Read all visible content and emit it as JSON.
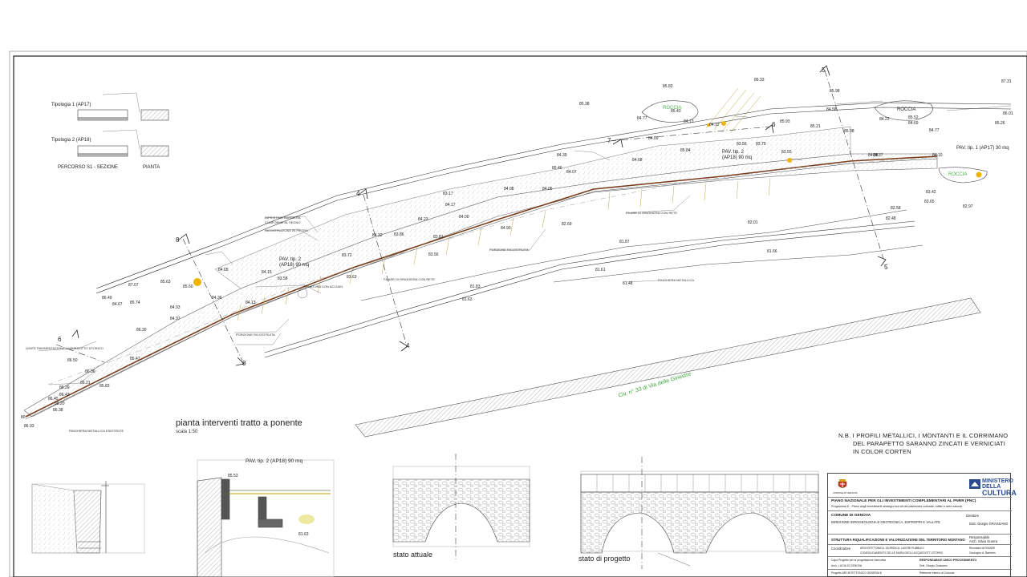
{
  "sheet": {
    "plan_title": "pianta interventi tratto a ponente",
    "plan_scale": "scala 1:50",
    "note_lines": [
      "N.B.  I PROFILI METALLICI, I MONTANTI E IL CORRIMANO",
      "DEL PARAPETTO SARANNO ZINCATI E VERNICIATI",
      "IN COLOR CORTEN"
    ],
    "street_label": "Civ. n° 33 di Via delle Ginestre",
    "roccia": "ROCCIA",
    "pav_1": [
      "PAV. tip. 2",
      "(AP18) 90 mq"
    ],
    "pav_2": [
      "PAV. tip. 2",
      "(AP18) 90 mq"
    ],
    "pav_3": "PAV. tip. 1 (AP17) 30 mq",
    "pav_detail": "PAV. tip. 2 (AP18) 90 mq",
    "stato_attuale": "stato attuale",
    "stato_progetto": "stato di progetto",
    "legend": {
      "tipologia1": "Tipologia 1 (AP17)",
      "tipologia2": "Tipologia 2 (AP18)",
      "percorso": "PERCORSO S1 - SEZIONE",
      "pianta": "PIANTA"
    },
    "section_marks": [
      "4",
      "4",
      "5",
      "5",
      "6",
      "6",
      "7",
      "8",
      "8"
    ],
    "elevations": [
      "85.83",
      "86.33",
      "85.38",
      "87.31",
      "85.98",
      "85.43",
      "84.12",
      "84.77",
      "85.93",
      "84.58",
      "85.52",
      "86.01",
      "84.09",
      "85.21",
      "84.13",
      "84.22",
      "85.26",
      "84.69",
      "85.84",
      "85.08",
      "84.38",
      "83.79",
      "83.55",
      "84.39",
      "83.56",
      "85.46",
      "84.68",
      "84.07",
      "84.10",
      "83.42",
      "84.08",
      "83.65",
      "84.05",
      "82.58",
      "83.17",
      "82.97",
      "84.37",
      "84.77",
      "82.48",
      "84.17",
      "84.23",
      "84.00",
      "82.69",
      "82.01",
      "84.32",
      "83.81",
      "83.56",
      "83.86",
      "84.90",
      "81.87",
      "81.66",
      "83.63",
      "83.72",
      "81.61",
      "84.65",
      "84.15",
      "87.07",
      "85.63",
      "85.60",
      "83.58",
      "81.48",
      "81.83",
      "86.49",
      "84.93",
      "85.74",
      "81.63",
      "84.36",
      "84.97",
      "84.13",
      "85.47",
      "84.67",
      "86.30",
      "86.50",
      "86.36",
      "86.21",
      "85.83",
      "86.39",
      "86.43",
      "86.38",
      "86.93",
      "86.45",
      "88.20",
      "80",
      "85.53",
      "81.63"
    ],
    "annotations": [
      "RIPRISTINO BARRIERA",
      "CONFORME AL SEGNO",
      "RICOSTRUZIONE IN PIETRA",
      "ROCCIA",
      "FILARE DI RINGHIERA CON RETE",
      "ARMATURA CON ACCIAIO",
      "RINGHIERA METALLICA",
      "RINGHIERA METALLICA ESISTENTE",
      "LIMITE PAVIMENTAZIONE ACQUEDOTTO STORICO",
      "PORZIONE RICOSTRUITA"
    ]
  },
  "titleblock": {
    "ministry": [
      "MINISTERO",
      "DELLA",
      "CULTURA"
    ],
    "comune_logo_caption": "COMUNE DI GENOVA",
    "piano": "PIANO NAZIONALE PER GLI INVESTIMENTI COMPLEMENTARI AL PNRR (PNC)",
    "programma": "Programma D - Piano degli investimenti strategici sui siti del patrimonio culturale, edifici e aree naturali",
    "comune": "COMUNE DI GENOVA",
    "direzione": "DIREZIONE IDROGEOLOGIA E GEOTECNICA, ESPROPRI E VALLATE",
    "direttore_label": "Direttore",
    "direttore": "Dott. Giorgio GRASSANO",
    "struttura": "STRUTTURA RIQUALIFICAZIONE E VALORIZZAZIONE DEL TERRITORIO MONTANO",
    "responsabile_label": "Responsabile",
    "responsabile": "Arch. Silvia Guerra",
    "coordinatori": "Coordinatore",
    "coord_text": "ARCHITETTONICA, GIURIDICA, LAVORI PUBBLICI",
    "coord_text2": "CONSOLIDAMENTO DELLE MURA DEGLI ACQUEDOTTI STORICI",
    "progetto_label": "Capo Progetto per la progettazione esecutiva",
    "rup_label": "RESPONSABILE UNICO PROCEDIMENTO",
    "arch": "Arch. LUCIA DI GENOVA",
    "dott": "Dott. Giorgio Grassano",
    "progetto_arch": "Progetto ARCHITETTONICO GENERALE",
    "ref": "Referente interno al Comune",
    "side1": "Ricordare di RIGARE",
    "side2": "Geologico A. Barberis"
  }
}
